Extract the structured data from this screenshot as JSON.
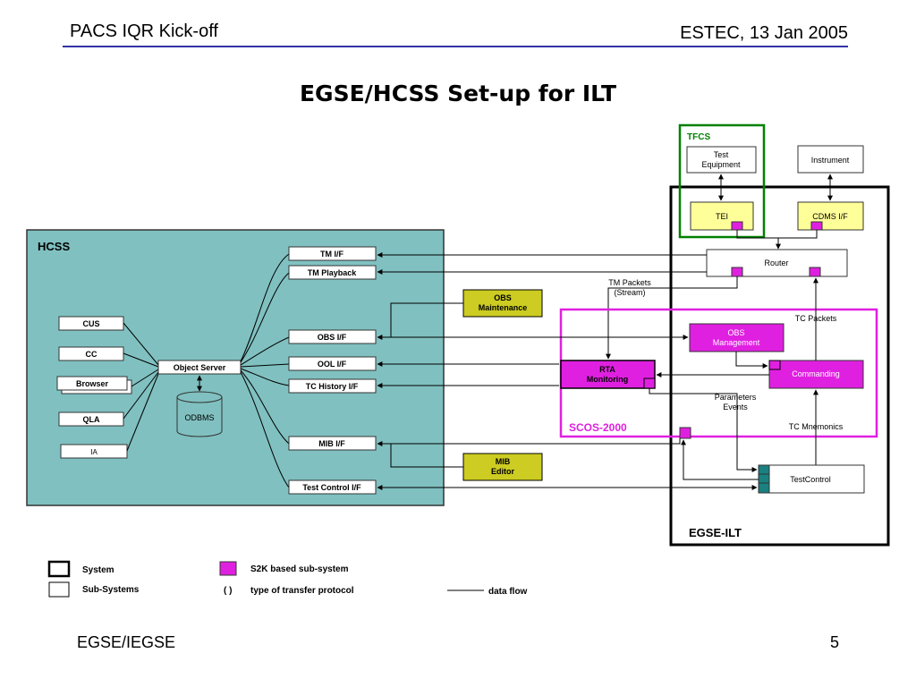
{
  "header": {
    "left": "PACS IQR Kick-off",
    "right": "ESTEC, 13 Jan 2005"
  },
  "title": "EGSE/HCSS Set-up for ILT",
  "footer": {
    "left": "EGSE/IEGSE",
    "page": "5"
  },
  "colors": {
    "hcss_bg": "#80c0c0",
    "magenta": "#e020e0",
    "yellow": "#ffff99",
    "olive": "#cccc22",
    "teal": "#1a8080",
    "green_frame": "#008000"
  },
  "diagram": {
    "hcss": {
      "label": "HCSS",
      "subsystems": [
        "CUS",
        "CC",
        "Browser",
        "QLA",
        "IA"
      ],
      "object_server": "Object Server",
      "odbms": "ODBMS",
      "interfaces": [
        "TM I/F",
        "TM Playback",
        "OBS I/F",
        "OOL I/F",
        "TC History I/F",
        "MIB I/F",
        "Test Control I/F"
      ]
    },
    "obs_maintenance": [
      "OBS",
      "Maintenance"
    ],
    "mib_editor": [
      "MIB",
      "Editor"
    ],
    "tfcs": {
      "label": "TFCS",
      "test_equipment": [
        "Test",
        "Equipment"
      ],
      "tei": "TEI"
    },
    "instrument": "Instrument",
    "cdms_if": "CDMS I/F",
    "router": "Router",
    "tm_packets": [
      "TM Packets",
      "(Stream)"
    ],
    "scos": {
      "label": "SCOS-2000",
      "tc_packets": "TC Packets",
      "obs_management": [
        "OBS",
        "Management"
      ],
      "rta_monitoring": [
        "RTA",
        "Monitoring"
      ],
      "commanding": "Commanding",
      "parameters_events": [
        "Parameters",
        "Events"
      ],
      "tc_mnemonics": "TC Mnemonics"
    },
    "test_control": "TestControl",
    "egse_ilt": "EGSE-ILT"
  },
  "legend": {
    "system": "System",
    "sub_systems": "Sub-Systems",
    "s2k": "S2K based  sub-system",
    "paren": "( )",
    "protocol": "type of transfer protocol",
    "data_flow": "data flow"
  }
}
